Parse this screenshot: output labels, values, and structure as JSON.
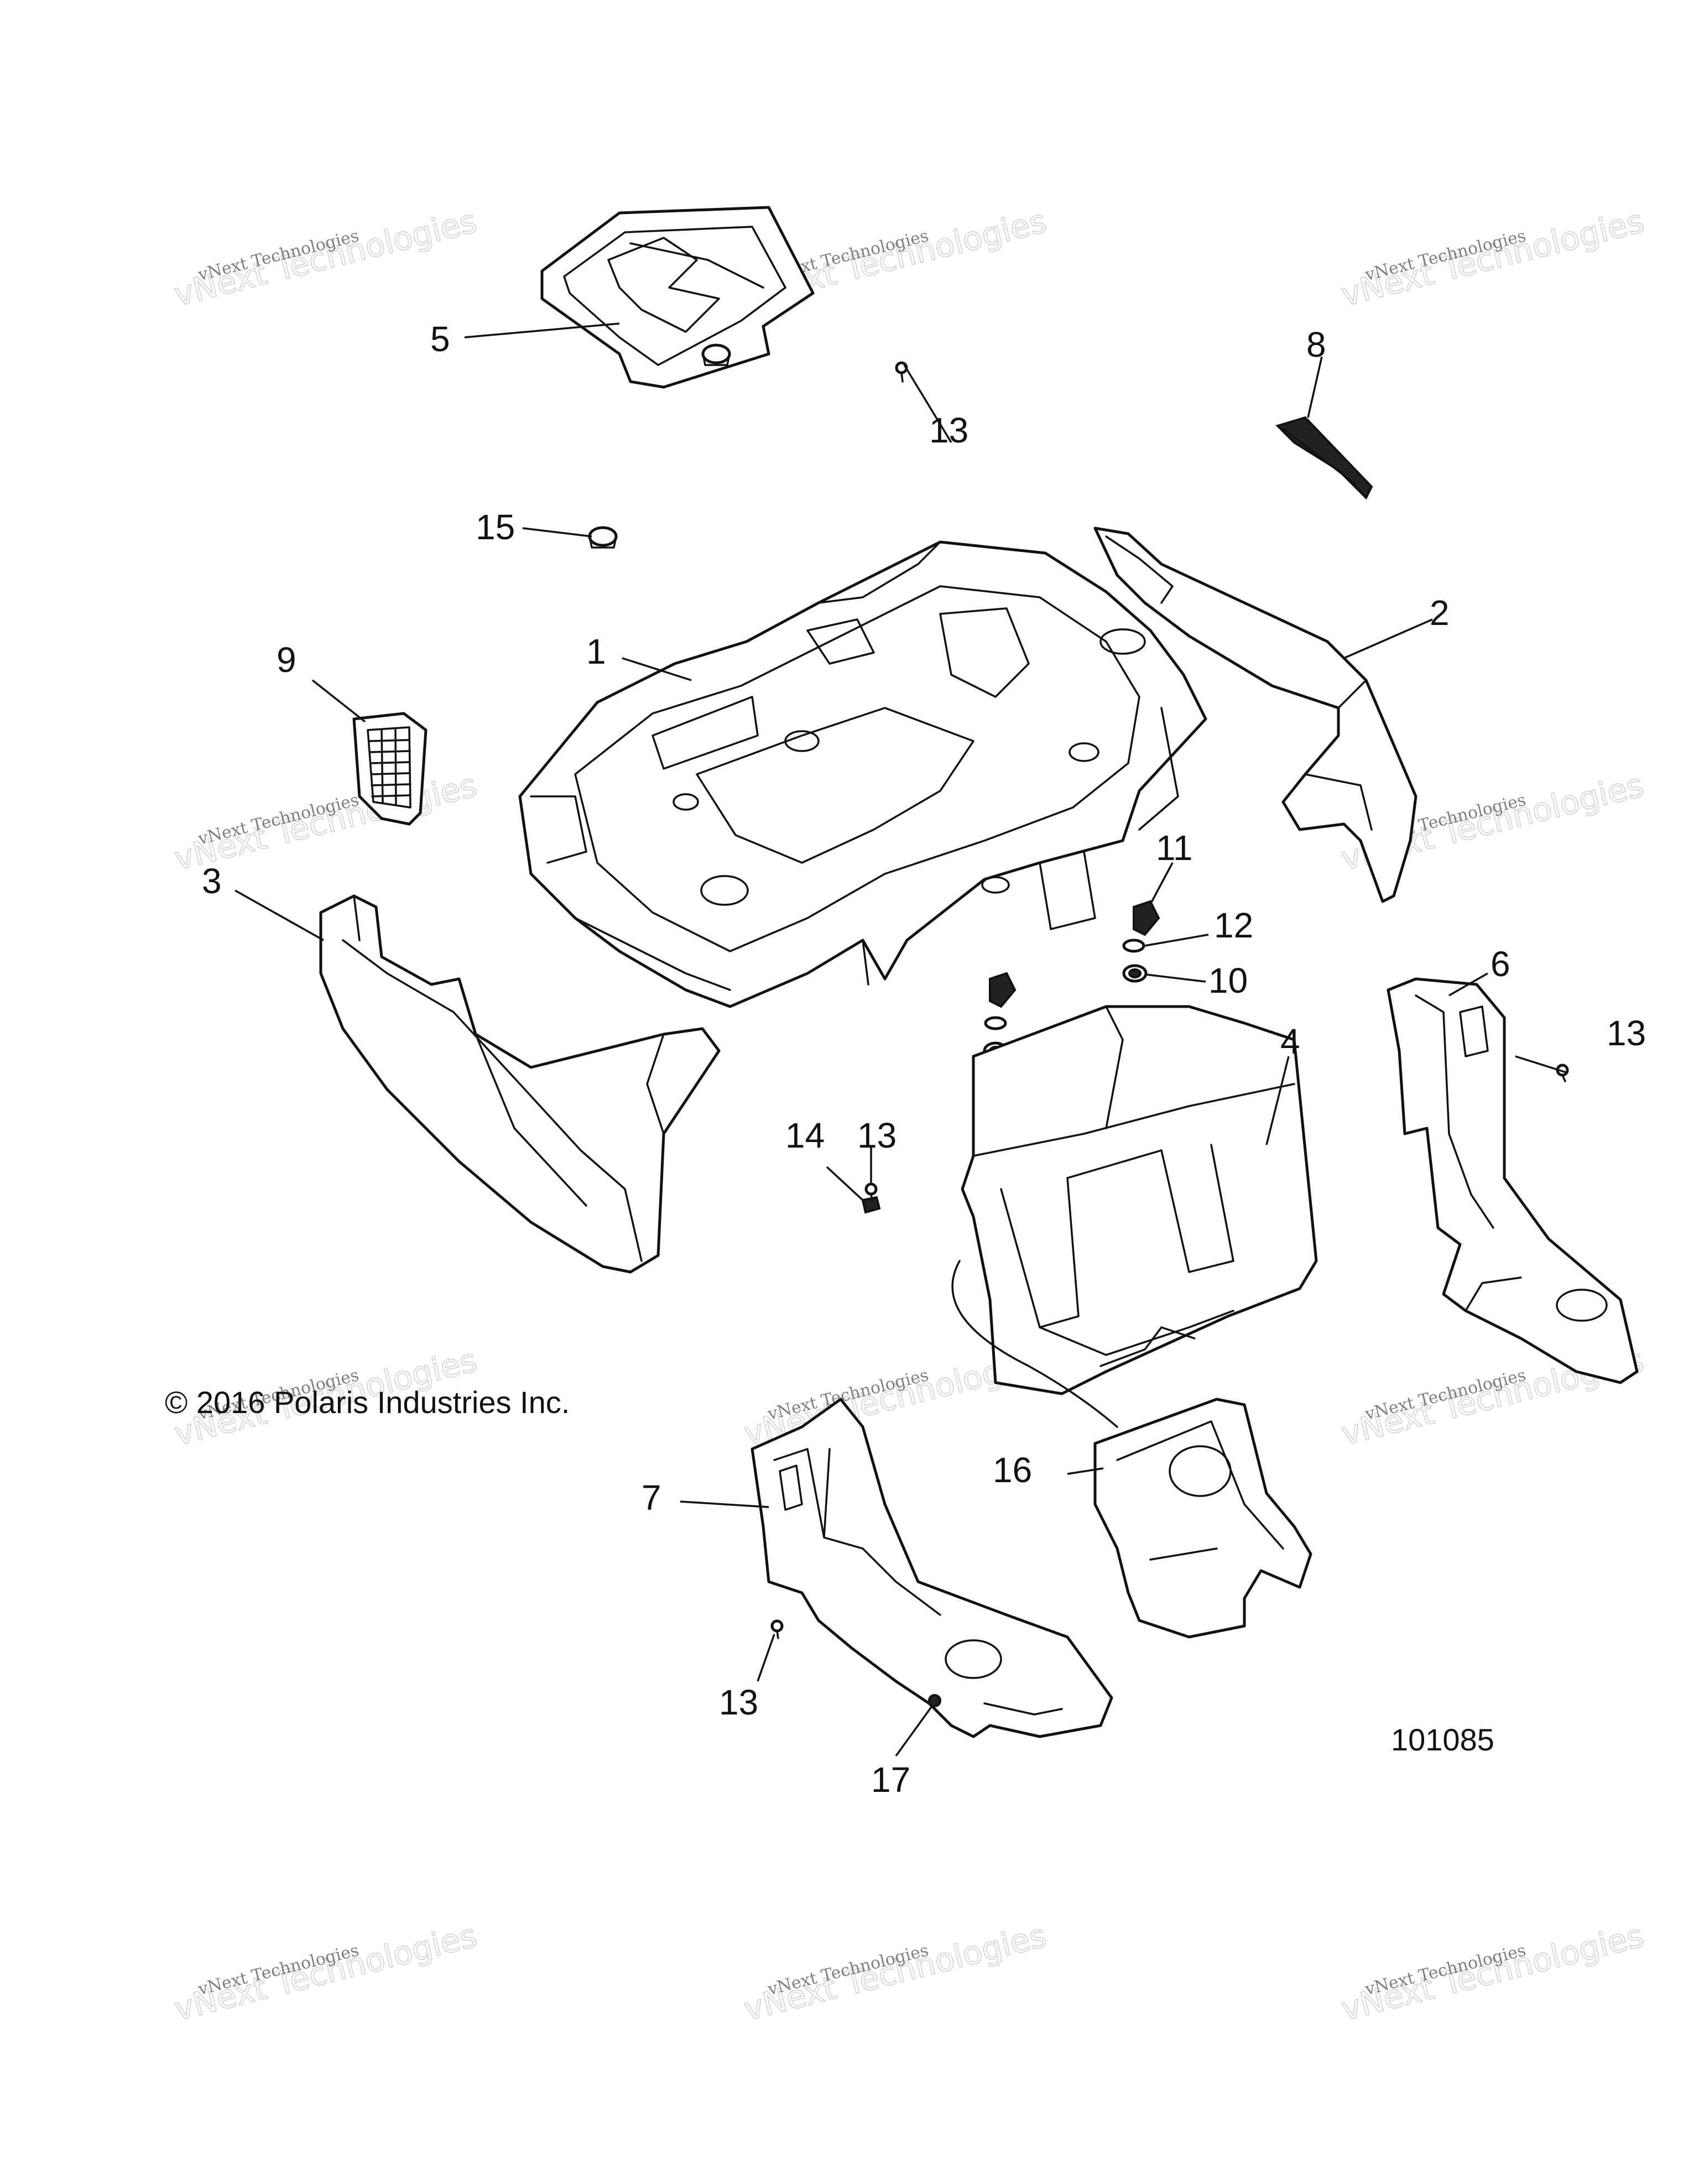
{
  "copyright": "© 2016 Polaris Industries Inc.",
  "figure_number": "101085",
  "watermark": {
    "line1": "vNext Technologies",
    "line2": "vNext Technologies"
  },
  "callouts": {
    "c1": "1",
    "c2": "2",
    "c3": "3",
    "c4": "4",
    "c5": "5",
    "c6": "6",
    "c7": "7",
    "c8": "8",
    "c9": "9",
    "c10": "10",
    "c11": "11",
    "c12": "12",
    "c13a": "13",
    "c13b": "13",
    "c13c": "13",
    "c13d": "13",
    "c14": "14",
    "c15": "15",
    "c16": "16",
    "c17": "17"
  }
}
